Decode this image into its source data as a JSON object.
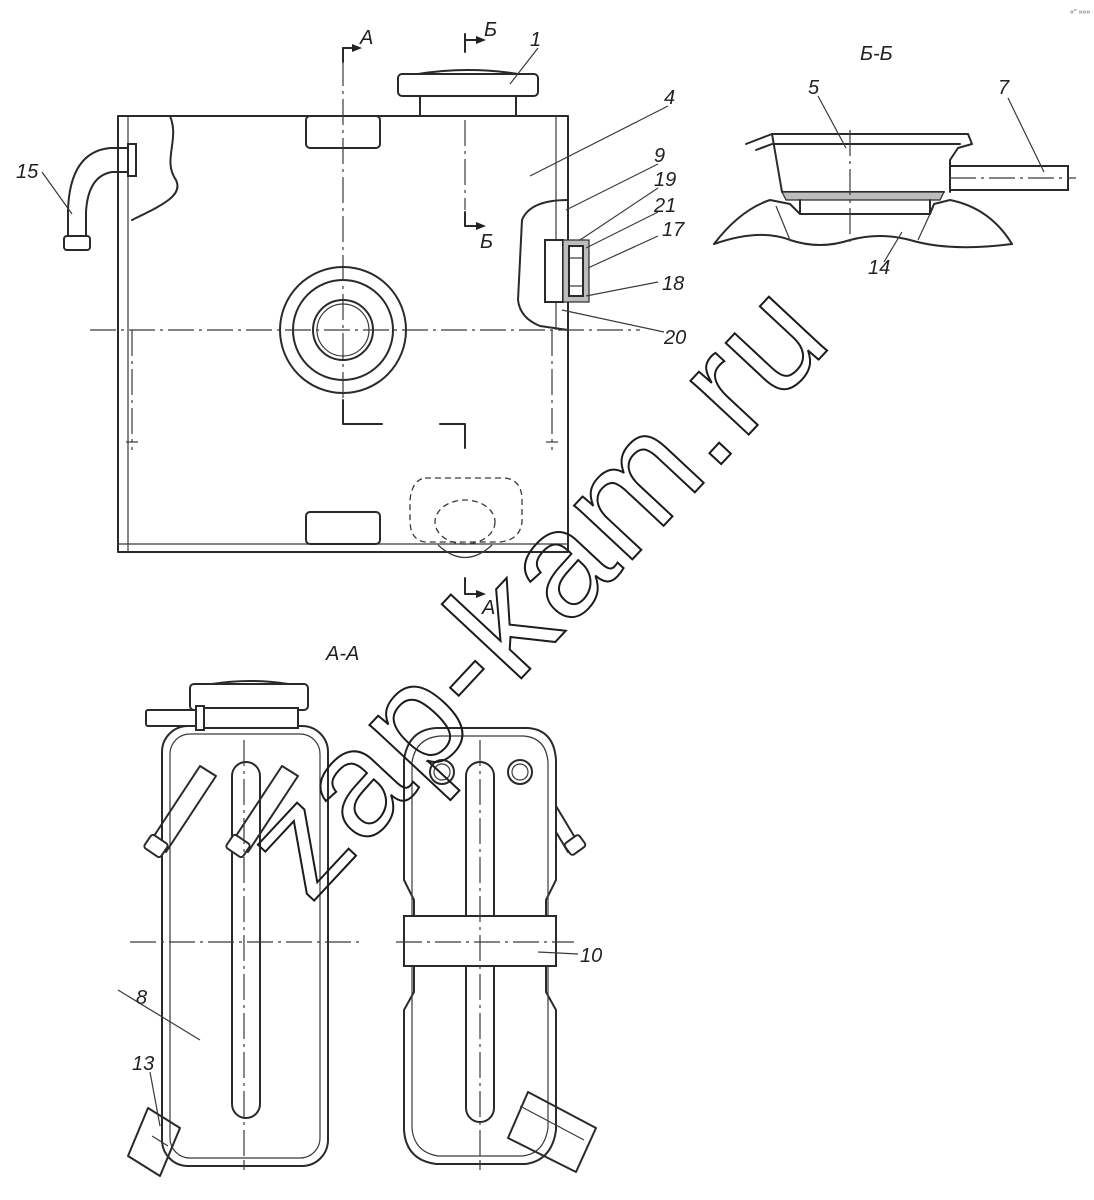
{
  "views": {
    "section_bb": "Б-Б",
    "section_aa": "А-А"
  },
  "section_marks": {
    "a_top": "А",
    "a_bottom": "А",
    "b_top": "Б",
    "b_bottom": "Б"
  },
  "callouts": {
    "c1": "1",
    "c4": "4",
    "c5": "5",
    "c7": "7",
    "c8": "8",
    "c9": "9",
    "c10": "10",
    "c13": "13",
    "c14": "14",
    "c15": "15",
    "c17": "17",
    "c18": "18",
    "c19": "19",
    "c20": "20",
    "c21": "21"
  },
  "watermark": "zap-kam.ru",
  "corner_mark": "«° »»»"
}
